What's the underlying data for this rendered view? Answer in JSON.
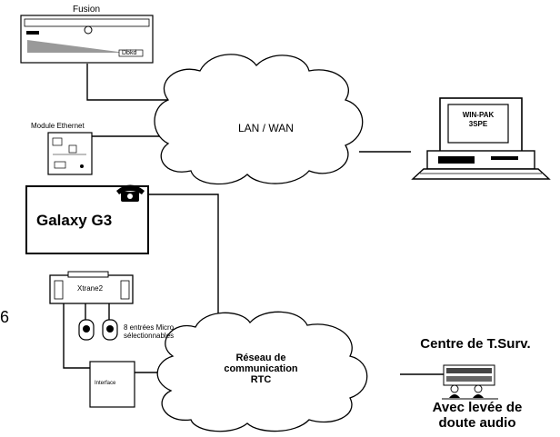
{
  "devices": {
    "fusion": {
      "label": "Fusion",
      "badge": "Dbkd"
    },
    "module_ethernet": {
      "label": "Module Ethernet"
    },
    "galaxy": {
      "label": "Galaxy G3"
    },
    "xtrane": {
      "label": "Xtrane2"
    },
    "micro_inputs": {
      "label_line1": "8 entrées Micro",
      "label_line2": "sélectionnables"
    },
    "small_box": {
      "label": "Interface"
    },
    "winpak": {
      "screen_line1": "WIN-PAK",
      "screen_line2": "3SPE"
    }
  },
  "clouds": {
    "lan": {
      "label": "LAN / WAN"
    },
    "rtc": {
      "line1": "Réseau de",
      "line2": "communication",
      "line3": "RTC"
    }
  },
  "center": {
    "title": "Centre de T.Surv.",
    "subtitle_line1": "Avec levée de",
    "subtitle_line2": "doute audio"
  },
  "margin_mark": "6"
}
